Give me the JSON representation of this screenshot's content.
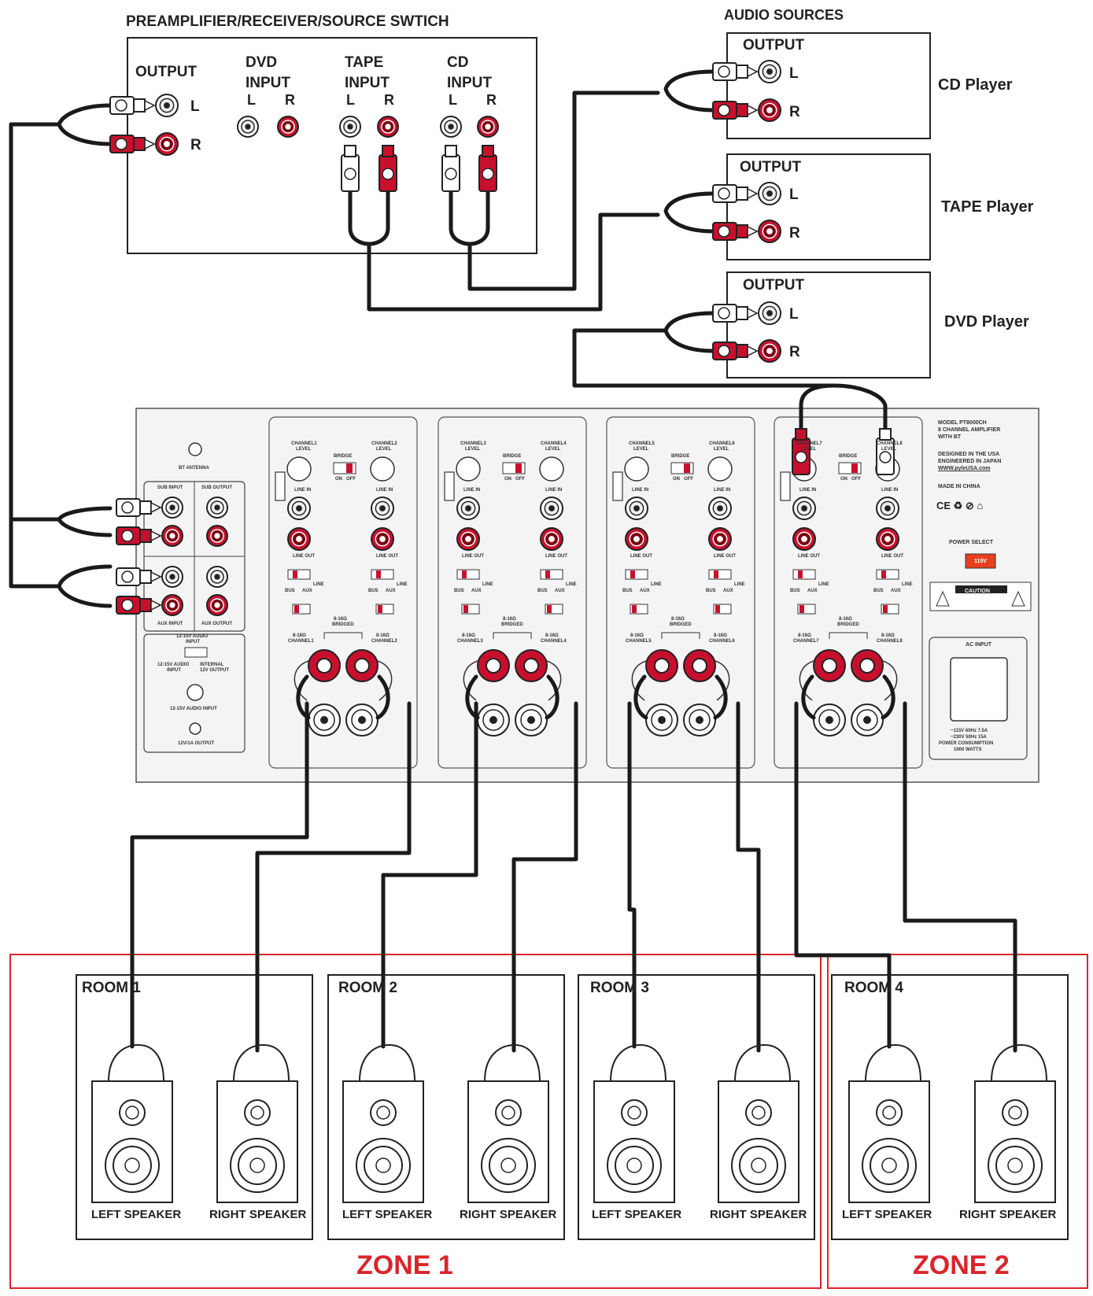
{
  "preamp": {
    "title": "PREAMPLIFIER/RECEIVER/SOURCE SWTICH",
    "output": "OUTPUT",
    "dvd_input": [
      "DVD",
      "INPUT"
    ],
    "tape_input": [
      "TAPE",
      "INPUT"
    ],
    "cd_input": [
      "CD",
      "INPUT"
    ],
    "left": "L",
    "right": "R"
  },
  "audio_sources": {
    "title": "AUDIO SOURCES",
    "output": "OUTPUT",
    "sources": [
      {
        "name": "CD Player"
      },
      {
        "name": "TAPE Player"
      },
      {
        "name": "DVD Player"
      }
    ]
  },
  "amplifier": {
    "antenna": "BT ANTENNA",
    "sub_input": "SUB INPUT",
    "sub_output": "SUB OUTPUT",
    "aux_input": "AUX INPUT",
    "aux_output": "AUX OUTPUT",
    "trigger_input": [
      "12-15V AUDIO",
      "INPUT"
    ],
    "trigger_extra": [
      "12-15V AUDIO",
      "INPUT",
      "INTERNAL",
      "12V OUTPUT"
    ],
    "trigger_audio": "12-15V AUDIO INPUT",
    "trigger_output": "12V/1A OUTPUT",
    "channel_panels": [
      {
        "left_level": [
          "CHANNEL1",
          "LEVEL"
        ],
        "right_level": [
          "CHANNEL2",
          "LEVEL"
        ],
        "left_speaker": [
          "8-16Ω",
          "CHANNEL1"
        ],
        "right_speaker": [
          "8-16Ω",
          "CHANNEL2"
        ]
      },
      {
        "left_level": [
          "CHANNEL3",
          "LEVEL"
        ],
        "right_level": [
          "CHANNEL4",
          "LEVEL"
        ],
        "left_speaker": [
          "8-16Ω",
          "CHANNEL3"
        ],
        "right_speaker": [
          "8-16Ω",
          "CHANNEL4"
        ]
      },
      {
        "left_level": [
          "CHANNEL5",
          "LEVEL"
        ],
        "right_level": [
          "CHANNEL6",
          "LEVEL"
        ],
        "left_speaker": [
          "8-16Ω",
          "CHANNEL5"
        ],
        "right_speaker": [
          "8-16Ω",
          "CHANNEL6"
        ]
      },
      {
        "left_level": [
          "CHANNEL7",
          "LEVEL"
        ],
        "right_level": [
          "CHANNEL8",
          "LEVEL"
        ],
        "left_speaker": [
          "8-16Ω",
          "CHANNEL7"
        ],
        "right_speaker": [
          "8-16Ω",
          "CHANNEL8"
        ]
      }
    ],
    "bridge": "BRIDGE",
    "on": "ON",
    "off": "OFF",
    "line_in": "LINE IN",
    "line_out": "LINE OUT",
    "bus": "BUS",
    "aux": "AUX",
    "line": "LINE",
    "bridged": [
      "8-16Ω",
      "BRIDGED"
    ],
    "model_info": [
      "MODEL PT8000CH",
      "8 CHANNEL AMPLIFIER",
      "WITH BT"
    ],
    "design_info": [
      "DESIGNED IN THE USA",
      "ENGINEERED IN JAPAN",
      "WWW.pyleUSA.com"
    ],
    "made_in": "MADE IN CHINA",
    "certs": "CE ♻ ⊘ ⌂",
    "power_select": "POWER SELECT",
    "voltage": "115V",
    "caution": "CAUTION",
    "ac_input": "AC INPUT",
    "power_specs": [
      "~115V 60Hz 7.5A",
      "~230V 50Hz 15A",
      "POWER CONSUMPTION",
      "1000 WATTS"
    ]
  },
  "rooms": [
    {
      "name": "ROOM 1",
      "left": "LEFT SPEAKER",
      "right": "RIGHT SPEAKER"
    },
    {
      "name": "ROOM 2",
      "left": "LEFT SPEAKER",
      "right": "RIGHT SPEAKER"
    },
    {
      "name": "ROOM 3",
      "left": "LEFT SPEAKER",
      "right": "RIGHT SPEAKER"
    },
    {
      "name": "ROOM 4",
      "left": "LEFT SPEAKER",
      "right": "RIGHT SPEAKER"
    }
  ],
  "zones": [
    {
      "name": "ZONE 1"
    },
    {
      "name": "ZONE 2"
    }
  ],
  "colors": {
    "accent_red": "#d9252b",
    "jack_red": "#c8102e",
    "cable": "#1a1a1a"
  }
}
